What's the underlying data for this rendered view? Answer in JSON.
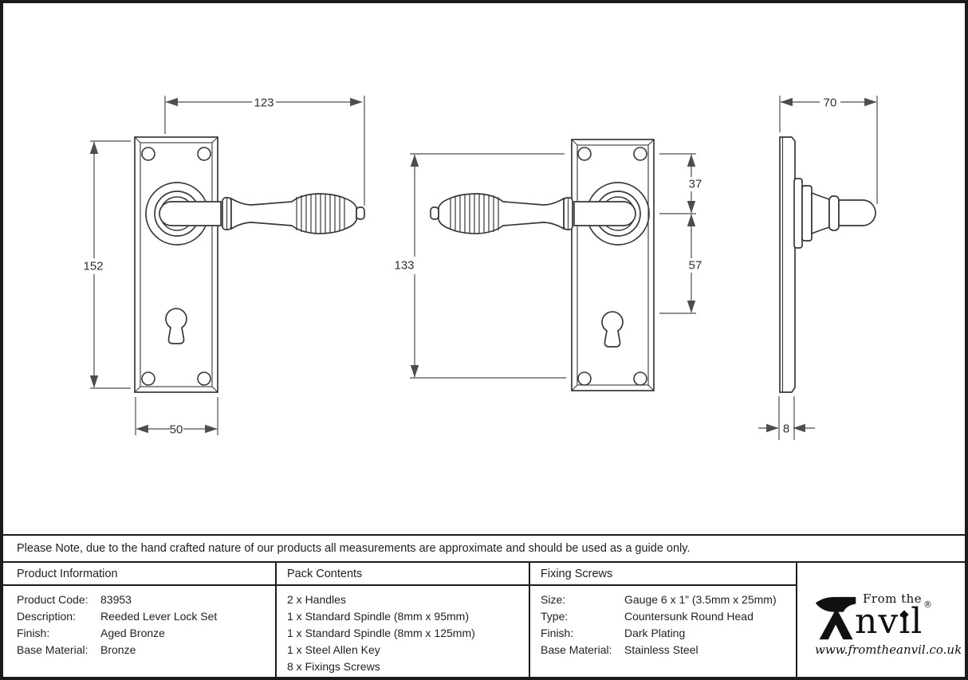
{
  "note": "Please Note, due to the hand crafted nature of our products all measurements are approximate and should be used as a guide only.",
  "dimensions": {
    "lever_length": "123",
    "plate_height": "152",
    "plate_width": "50",
    "fixing_centres": "133",
    "screw_to_spindle": "37",
    "spindle_to_keyhole": "57",
    "projection": "70",
    "plate_thickness": "8"
  },
  "table": {
    "product_info": {
      "header": "Product Information",
      "rows": [
        {
          "label": "Product Code:",
          "value": "83953"
        },
        {
          "label": "Description:",
          "value": "Reeded Lever Lock Set"
        },
        {
          "label": "Finish:",
          "value": "Aged Bronze"
        },
        {
          "label": "Base Material:",
          "value": "Bronze"
        }
      ]
    },
    "pack_contents": {
      "header": "Pack Contents",
      "items": [
        "2 x Handles",
        "1 x Standard Spindle (8mm x 95mm)",
        "1 x Standard Spindle (8mm x 125mm)",
        "1 x Steel Allen Key",
        "8 x Fixings Screws"
      ]
    },
    "fixing_screws": {
      "header": "Fixing Screws",
      "rows": [
        {
          "label": "Size:",
          "value": "Gauge 6 x 1” (3.5mm x 25mm)"
        },
        {
          "label": "Type:",
          "value": "Countersunk Round Head"
        },
        {
          "label": "Finish:",
          "value": "Dark Plating"
        },
        {
          "label": "Base Material:",
          "value": "Stainless Steel"
        }
      ]
    }
  },
  "logo": {
    "tagline": "From the",
    "wordmark_rest": "nvıl",
    "registered": "®",
    "url": "www.fromtheanvil.co.uk"
  }
}
